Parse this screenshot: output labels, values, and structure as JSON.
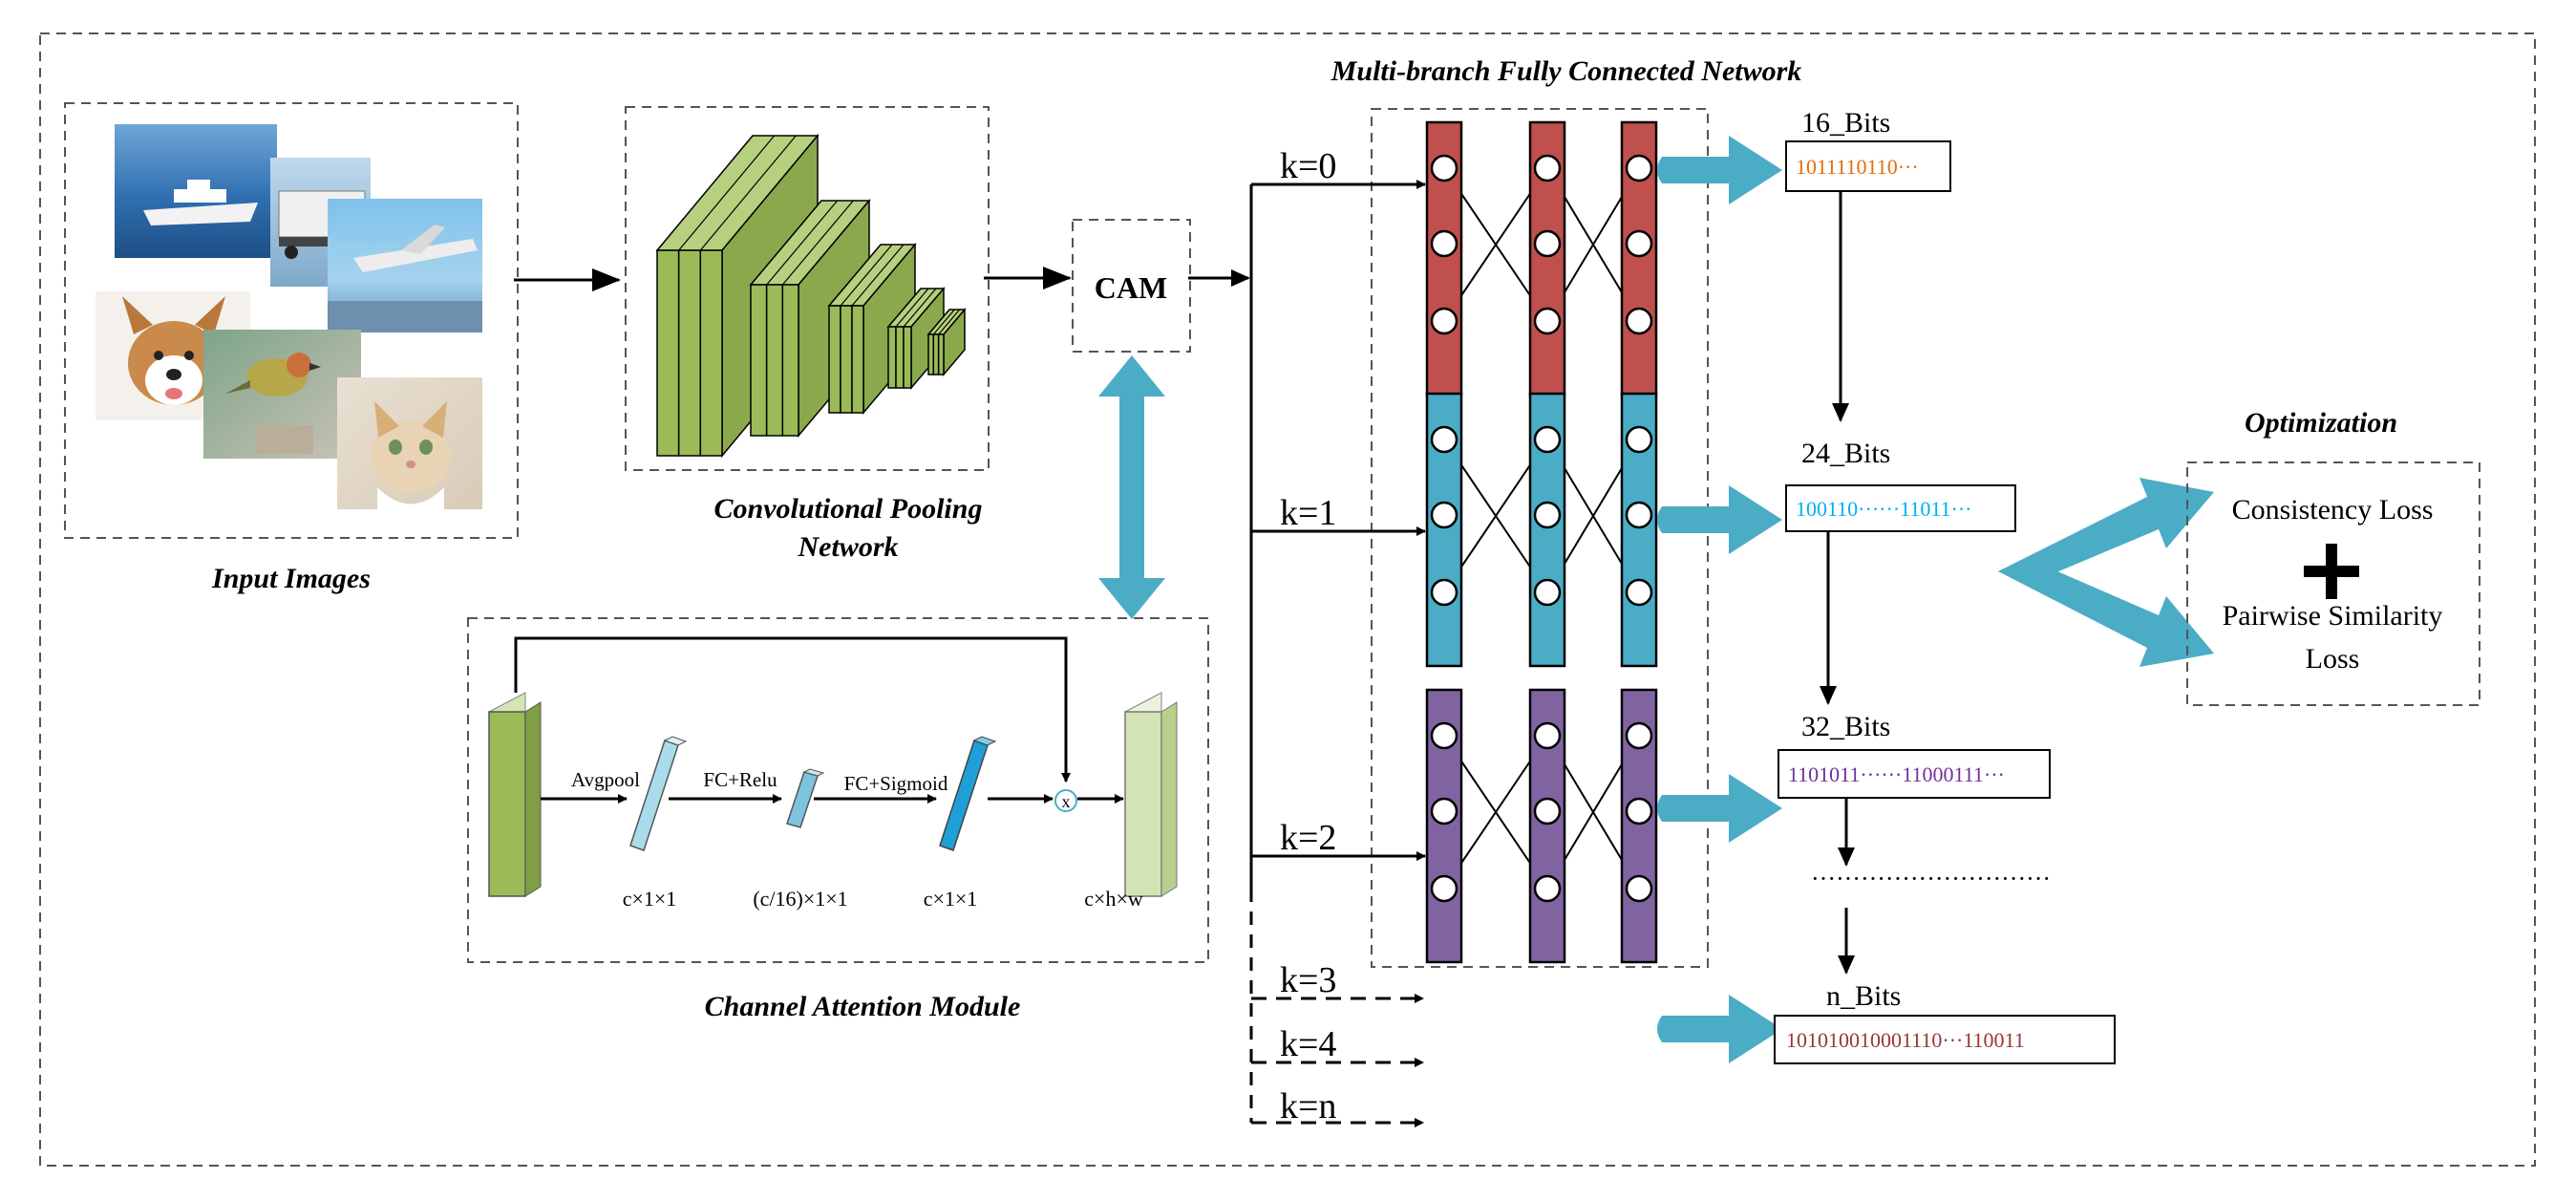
{
  "titles": {
    "mbfcn": "Multi-branch Fully Connected Network",
    "input_images": "Input Images",
    "conv_line1": "Convolutional Pooling",
    "conv_line2": "Network",
    "cam_module": "Channel Attention Module",
    "optimization": "Optimization"
  },
  "cam_box_label": "CAM",
  "cam_module": {
    "ops": [
      "Avgpool",
      "FC+Relu",
      "FC+Sigmoid"
    ],
    "dims": [
      "c×1×1",
      "(c/16)×1×1",
      "c×1×1",
      "c×h×w"
    ],
    "multiply_symbol": "x"
  },
  "branches": [
    {
      "k": "k=0",
      "color": "#C0504D"
    },
    {
      "k": "k=1",
      "color": "#4BACC6"
    },
    {
      "k": "k=2",
      "color": "#8064A2"
    }
  ],
  "extra_branches": [
    "k=3",
    "k=4",
    "k=n"
  ],
  "bits": [
    {
      "label": "16_Bits",
      "value": "1011110110···",
      "color": "#E46C0A"
    },
    {
      "label": "24_Bits",
      "value": "100110······11011···",
      "color": "#00B0F0"
    },
    {
      "label": "32_Bits",
      "value": "1101011······11000111···",
      "color": "#7030A0"
    },
    {
      "label": "n_Bits",
      "value": "101010010001110···110011",
      "color": "#953735"
    }
  ],
  "dots": "·····························",
  "optimization": {
    "loss1": "Consistency Loss",
    "plus": "+",
    "loss2_line1": "Pairwise Similarity",
    "loss2_line2": "Loss"
  },
  "colors": {
    "conv_green": "#9BBB59",
    "arrow_blue": "#4BACC6",
    "cam_light": "#A9DCEB",
    "cam_mid": "#7FC4DE",
    "cam_dark": "#1F9FD8",
    "cam_green_light": "#D5E4B5"
  }
}
